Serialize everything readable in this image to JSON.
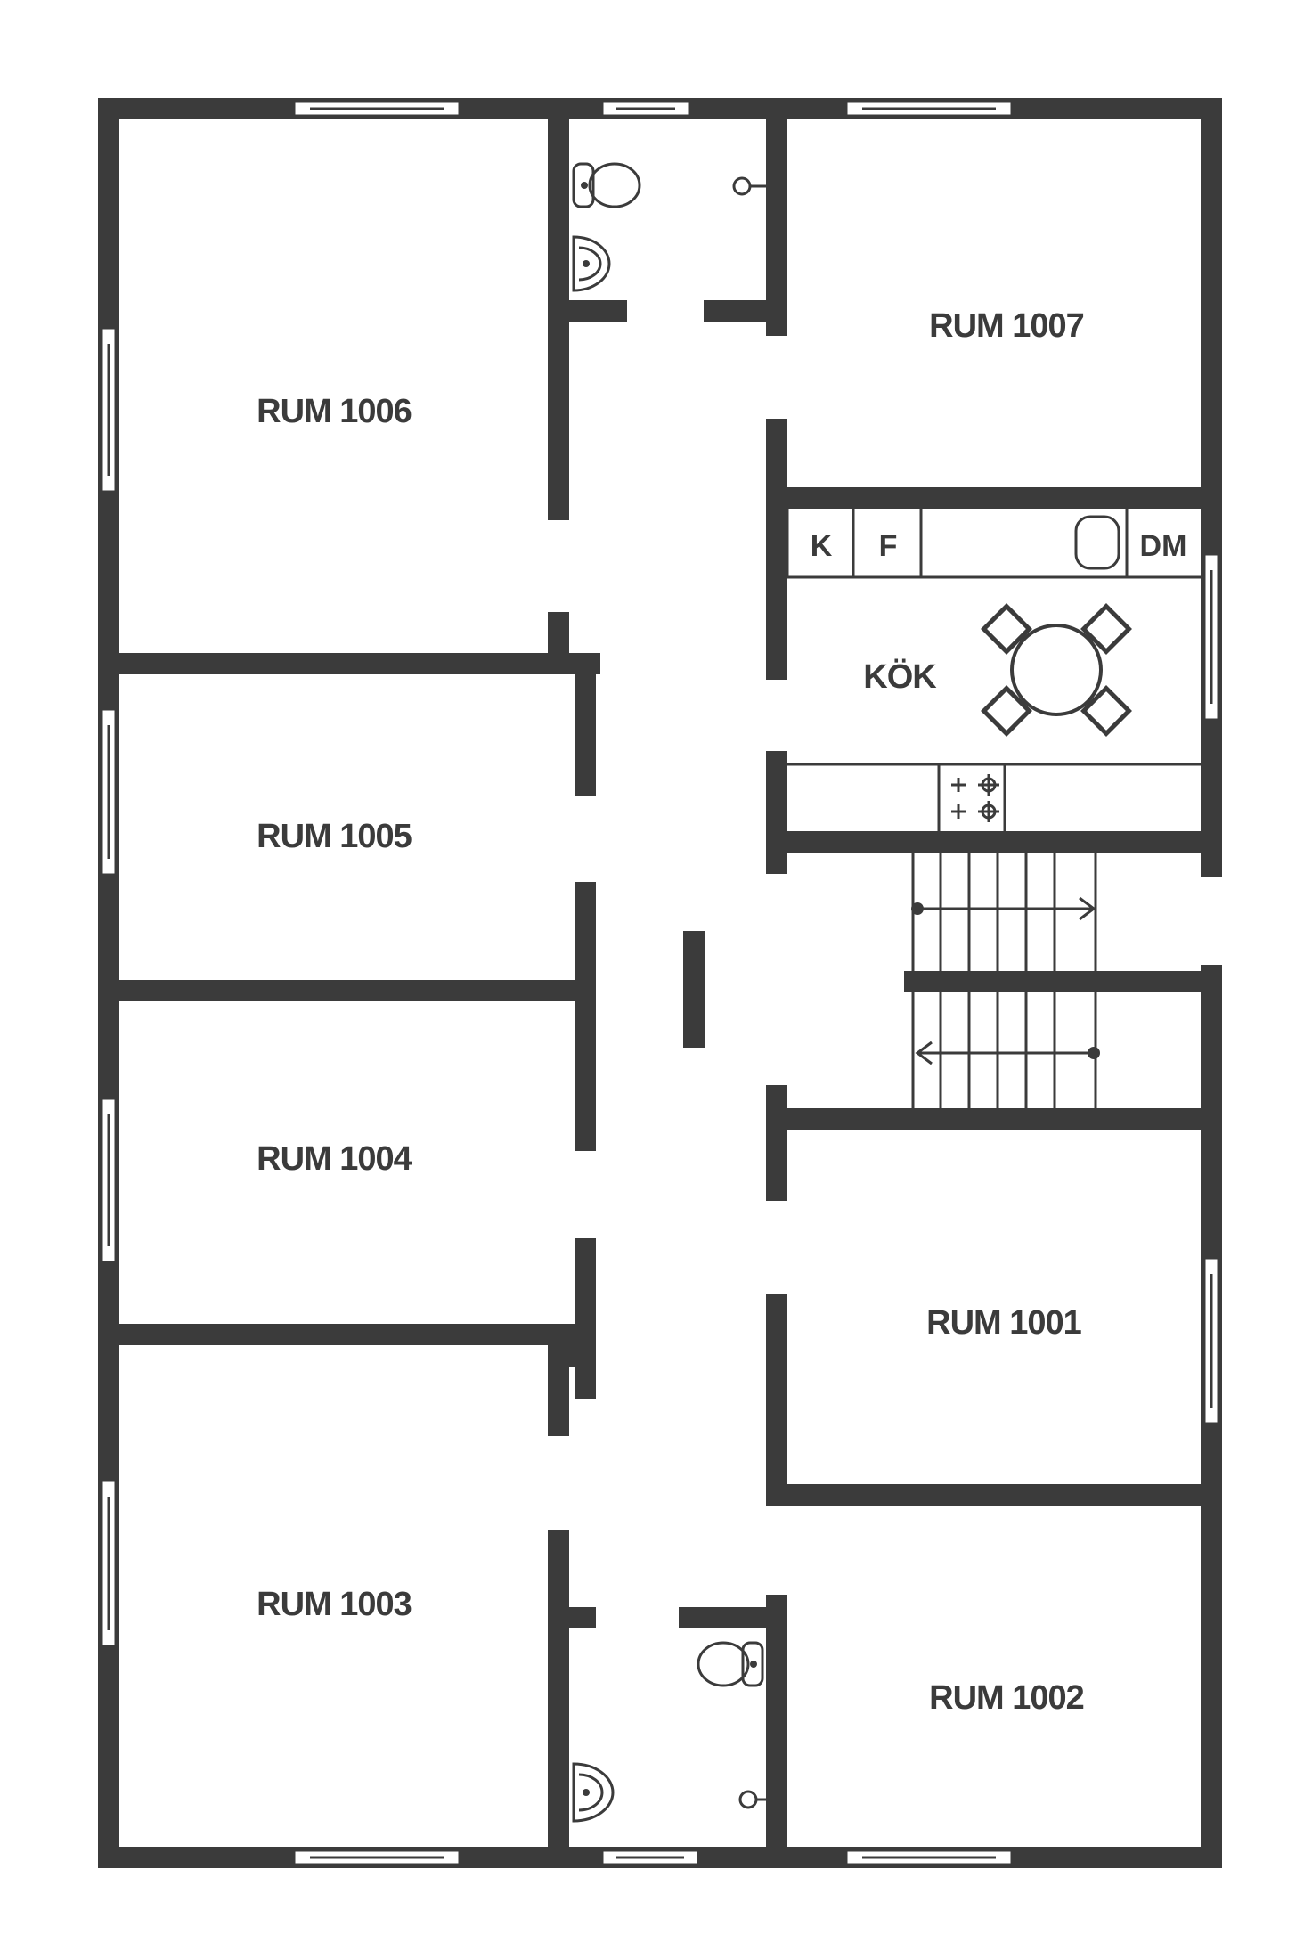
{
  "rooms": {
    "r1006": "RUM 1006",
    "r1007": "RUM 1007",
    "r1005": "RUM 1005",
    "r1004": "RUM 1004",
    "r1003": "RUM 1003",
    "r1002": "RUM 1002",
    "r1001": "RUM 1001",
    "kitchen": "KÖK"
  },
  "appliances": {
    "k": "K",
    "f": "F",
    "dm": "DM"
  },
  "icons": {
    "toilet": "toilet-icon",
    "sink": "sink-icon",
    "shower": "shower-icon",
    "table": "dining-table-icon",
    "stove": "stove-icon",
    "stairs": "stairs-icon"
  },
  "colors": {
    "wall": "#3b3b3b",
    "background": "#ffffff"
  }
}
